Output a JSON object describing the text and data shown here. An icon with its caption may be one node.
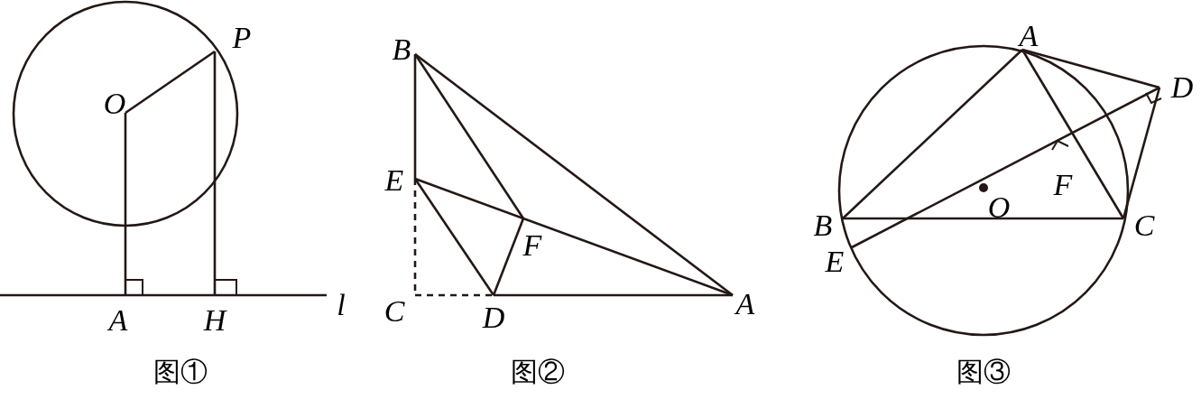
{
  "diagram": {
    "labels": [
      "P",
      "O",
      "A",
      "H",
      "l",
      "B",
      "E",
      "F",
      "C",
      "D",
      "A",
      "A",
      "D",
      "F",
      "O",
      "B",
      "C",
      "E",
      "图①",
      "图②",
      "图③"
    ]
  }
}
